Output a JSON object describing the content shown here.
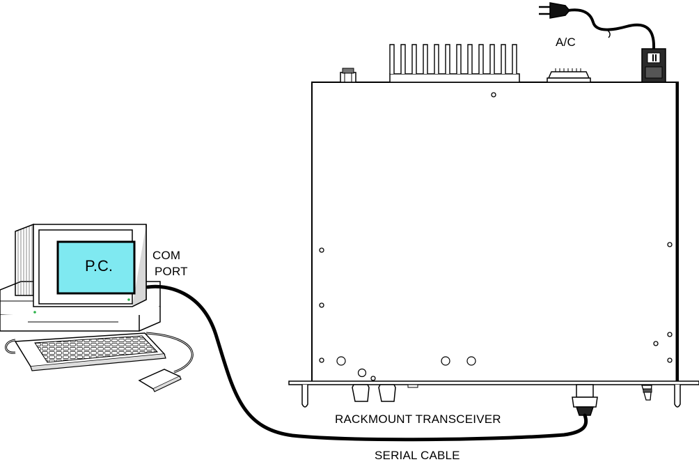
{
  "labels": {
    "pc": "P.C.",
    "com_port_line1": "COM",
    "com_port_line2": "PORT",
    "ac": "A/C",
    "rackmount": "RACKMOUNT TRANSCEIVER",
    "serial_cable": "SERIAL CABLE"
  },
  "colors": {
    "screen": "#7fe9f1",
    "stroke": "#000000",
    "body": "#ffffff",
    "shade": "#c9c9c9"
  },
  "icons": [
    "plug-icon",
    "computer-icon",
    "keyboard-icon",
    "mouse-icon"
  ]
}
